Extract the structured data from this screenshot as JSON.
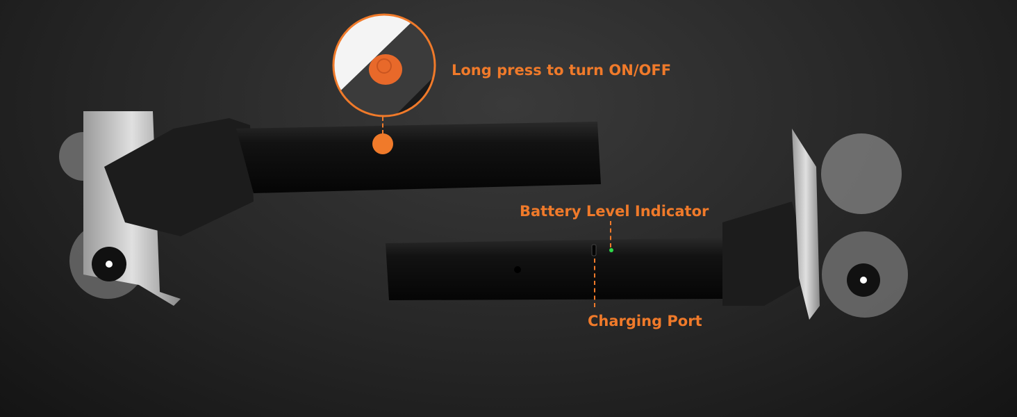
{
  "annotations": {
    "power": "Long press to turn ON/OFF",
    "battery": "Battery Level Indicator",
    "charging": "Charging Port"
  },
  "colors": {
    "accent": "#f07a2a",
    "indicator": "#2fd84a"
  }
}
